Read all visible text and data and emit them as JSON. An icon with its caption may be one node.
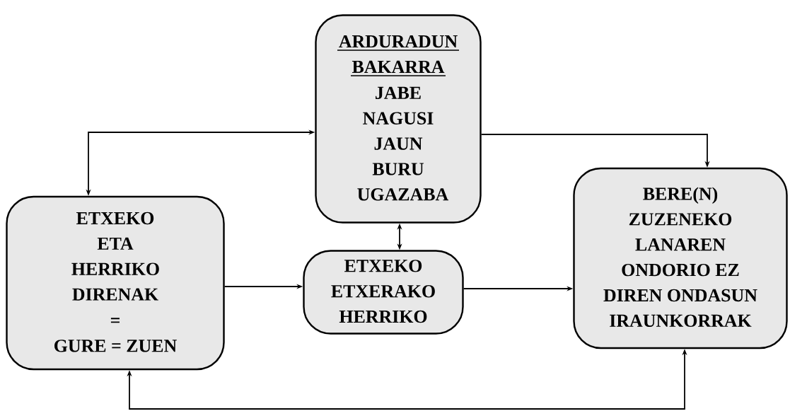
{
  "diagram": {
    "nodes": [
      {
        "text": [
          "ARDURADUN BAKARRA",
          "JABE NAGUSI JAUN BURU UGAZABA"
        ]
      },
      {
        "text": [
          "ETXEKO ETA HERRIKO DIRENAK",
          "=",
          "GURE = ZUEN"
        ]
      },
      {
        "text": [
          "ETXEKO ETXERAKO HERRIKO"
        ]
      },
      {
        "text": [
          "BERE(N) ZUZENEKO LANAREN ONDORIO EZ DIREN ONDASUN IRAUNKORRAK"
        ]
      }
    ],
    "edges": [
      {
        "from": 1,
        "to": 0,
        "arrow": "both"
      },
      {
        "from": 0,
        "to": 3,
        "arrow": "to"
      },
      {
        "from": 0,
        "to": 2,
        "arrow": "both"
      },
      {
        "from": 1,
        "to": 2,
        "arrow": "to"
      },
      {
        "from": 2,
        "to": 3,
        "arrow": "to"
      },
      {
        "from": 1,
        "to": 3,
        "arrow": "both"
      }
    ]
  }
}
